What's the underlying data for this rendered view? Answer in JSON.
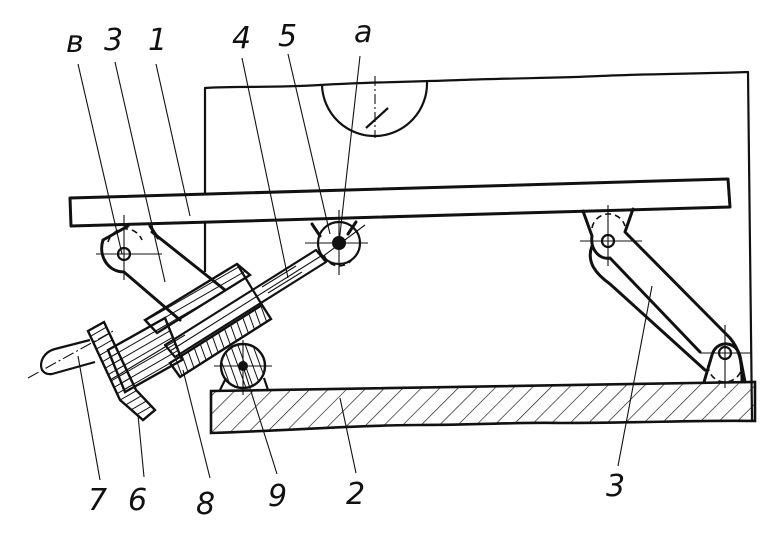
{
  "figure": {
    "type": "mechanical-assembly-drawing",
    "description": "Lifting table mechanism with screw drive and parallel links",
    "colors": {
      "ink": "#111111",
      "background": "#ffffff"
    }
  },
  "callouts": {
    "top": [
      {
        "id": "b",
        "text": "в",
        "target": "left-link-hinge"
      },
      {
        "id": "3a",
        "text": "3",
        "target": "left-link"
      },
      {
        "id": "1",
        "text": "1",
        "target": "table-top"
      },
      {
        "id": "4",
        "text": "4",
        "target": "screw-rod"
      },
      {
        "id": "5",
        "text": "5",
        "target": "rod-eye-hinge"
      },
      {
        "id": "a",
        "text": "a",
        "target": "hinge-axis-a"
      }
    ],
    "bottom": [
      {
        "id": "7",
        "text": "7",
        "target": "handle"
      },
      {
        "id": "6",
        "text": "6",
        "target": "crank"
      },
      {
        "id": "8",
        "text": "8",
        "target": "nut-housing"
      },
      {
        "id": "9",
        "text": "9",
        "target": "support-pivot"
      },
      {
        "id": "2",
        "text": "2",
        "target": "base"
      },
      {
        "id": "3b",
        "text": "3",
        "target": "right-link"
      }
    ]
  },
  "parts": [
    {
      "number": "1",
      "name": "table-top"
    },
    {
      "number": "2",
      "name": "base"
    },
    {
      "number": "3",
      "name": "link"
    },
    {
      "number": "4",
      "name": "screw-rod"
    },
    {
      "number": "5",
      "name": "rod-eye"
    },
    {
      "number": "6",
      "name": "crank"
    },
    {
      "number": "7",
      "name": "handle"
    },
    {
      "number": "8",
      "name": "nut-housing"
    },
    {
      "number": "9",
      "name": "pivot-support"
    }
  ]
}
